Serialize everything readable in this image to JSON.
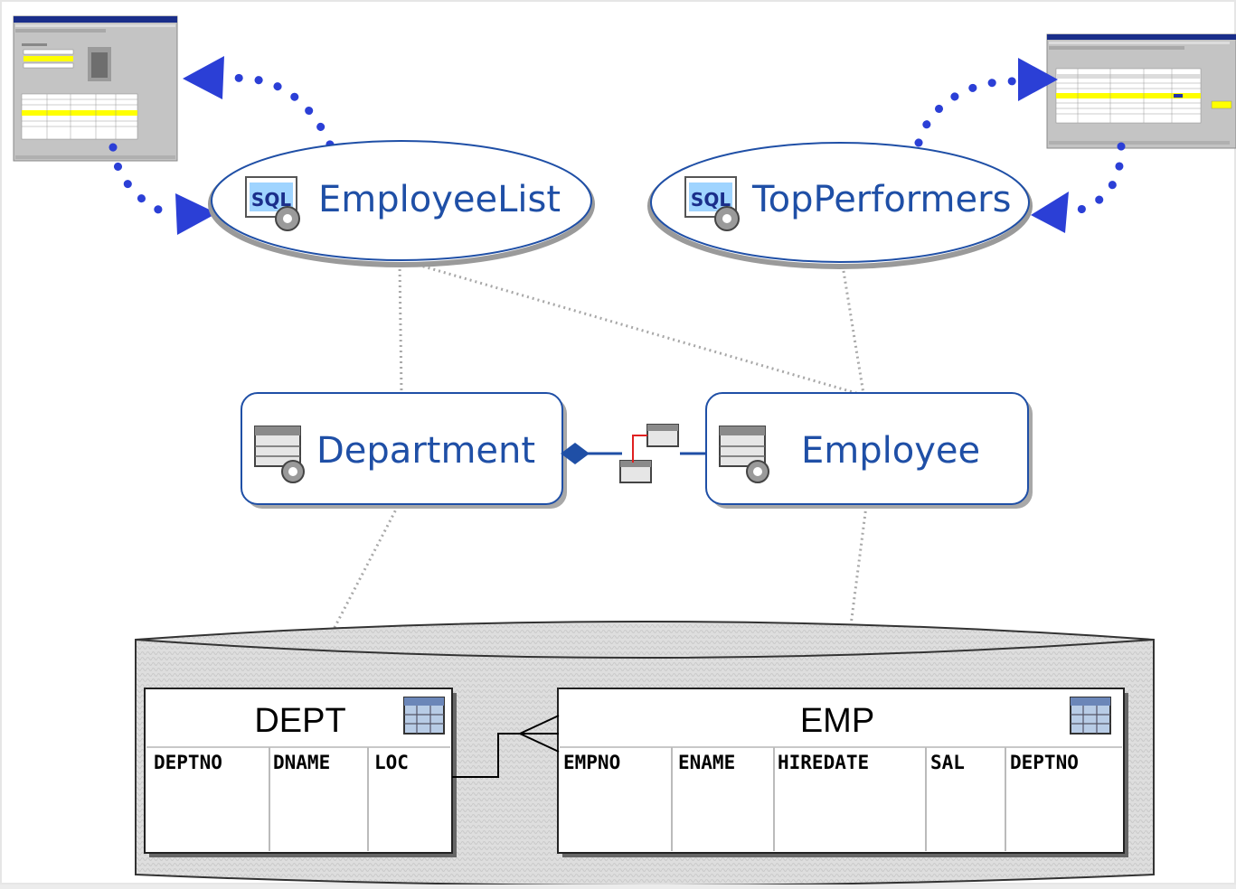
{
  "diagram": {
    "view_objects": [
      {
        "id": "employee_list",
        "label": "EmployeeList",
        "icon": "sql-icon"
      },
      {
        "id": "top_performers",
        "label": "TopPerformers",
        "icon": "sql-icon"
      }
    ],
    "entity_objects": [
      {
        "id": "department",
        "label": "Department",
        "icon": "entity-icon"
      },
      {
        "id": "employee",
        "label": "Employee",
        "icon": "entity-icon"
      }
    ],
    "association_icon": "association-icon",
    "database": {
      "tables": [
        {
          "name": "DEPT",
          "icon": "table-icon",
          "columns": [
            "DEPTNO",
            "DNAME",
            "LOC"
          ]
        },
        {
          "name": "EMP",
          "icon": "table-icon",
          "columns": [
            "EMPNO",
            "ENAME",
            "HIREDATE",
            "SAL",
            "DEPTNO"
          ]
        }
      ]
    },
    "colors": {
      "node_text": "#1f4fa6",
      "node_border": "#1f4fa6",
      "dotted_arrows": "#2b3fd6",
      "database_fill": "#dcdcdc",
      "highlight_row": "#ffff00"
    }
  }
}
